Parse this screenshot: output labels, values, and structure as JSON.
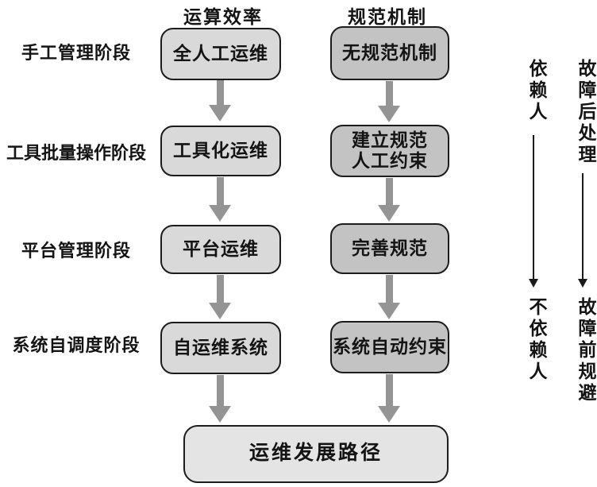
{
  "diagram": {
    "columns": [
      {
        "header": "运算效率",
        "boxes": [
          "全人工运维",
          "工具化运维",
          "平台运维",
          "自运维系统"
        ]
      },
      {
        "header": "规范机制",
        "boxes": [
          "无规范机制",
          "建立规范\n人工约束",
          "完善规范",
          "系统自动约束"
        ]
      }
    ],
    "stages": [
      "手工管理阶段",
      "工具批量操作阶段",
      "平台管理阶段",
      "系统自调度阶段"
    ],
    "bottom_box": "运维发展路径",
    "right_annotations": [
      {
        "from": "依赖人",
        "to": "不依赖人"
      },
      {
        "from": "故障后处理",
        "to": "故障前规避"
      }
    ],
    "colors": {
      "box_light": "#d9d9d9",
      "box_dark": "#c3c3c3",
      "box_bottom": "#e4e4e4",
      "box_border": "#1c1c1c",
      "arrow_thick": "#949494",
      "arrow_thin": "#1a1a1a",
      "text": "#141414",
      "background": "#ffffff"
    }
  }
}
